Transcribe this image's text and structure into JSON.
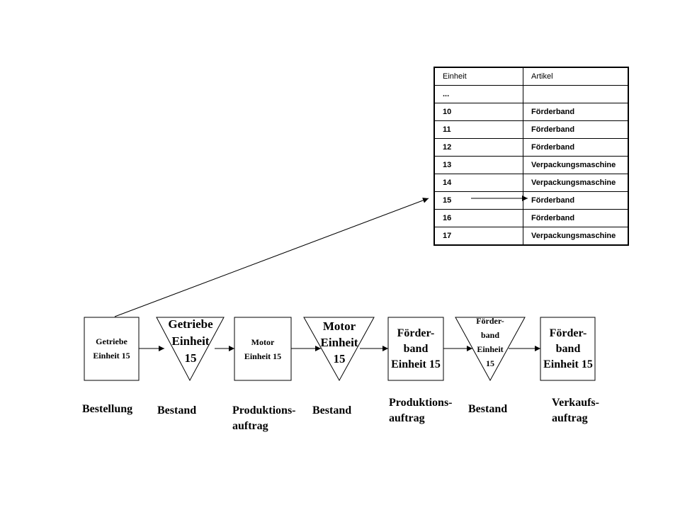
{
  "table": {
    "headers": [
      "Einheit",
      "Artikel"
    ],
    "rows": [
      [
        "...",
        ""
      ],
      [
        "10",
        "Förderband"
      ],
      [
        "11",
        "Förderband"
      ],
      [
        "12",
        "Förderband"
      ],
      [
        "13",
        "Verpackungsmaschine"
      ],
      [
        "14",
        "Verpackungsmaschine"
      ],
      [
        "15",
        "Förderband"
      ],
      [
        "16",
        "Förderband"
      ],
      [
        "17",
        "Verpackungsmaschine"
      ]
    ]
  },
  "process": {
    "box1": {
      "l1": "Getriebe",
      "l2": "Einheit  15"
    },
    "tri1": {
      "l1": "Getriebe",
      "l2": "Einheit",
      "l3": "15"
    },
    "box2": {
      "l1": "Motor",
      "l2": "Einheit  15"
    },
    "tri2": {
      "l1": "Motor",
      "l2": "Einheit",
      "l3": "15"
    },
    "box3": {
      "l1": "Förder-",
      "l2": "band",
      "l3": "Einheit 15"
    },
    "tri3": {
      "l1": "Förder-",
      "l2": "band",
      "l3": "Einheit",
      "l4": "15"
    },
    "box4": {
      "l1": "Förder-",
      "l2": "band",
      "l3": "Einheit 15"
    }
  },
  "captions": {
    "bestellung": "Bestellung",
    "bestand1": "Bestand",
    "produktion1_l1": "Produktions-",
    "produktion1_l2": "auftrag",
    "bestand2": "Bestand",
    "produktion2_l1": "Produktions-",
    "produktion2_l2": "auftrag",
    "bestand3": "Bestand",
    "verkauf_l1": "Verkaufs-",
    "verkauf_l2": "auftrag"
  }
}
